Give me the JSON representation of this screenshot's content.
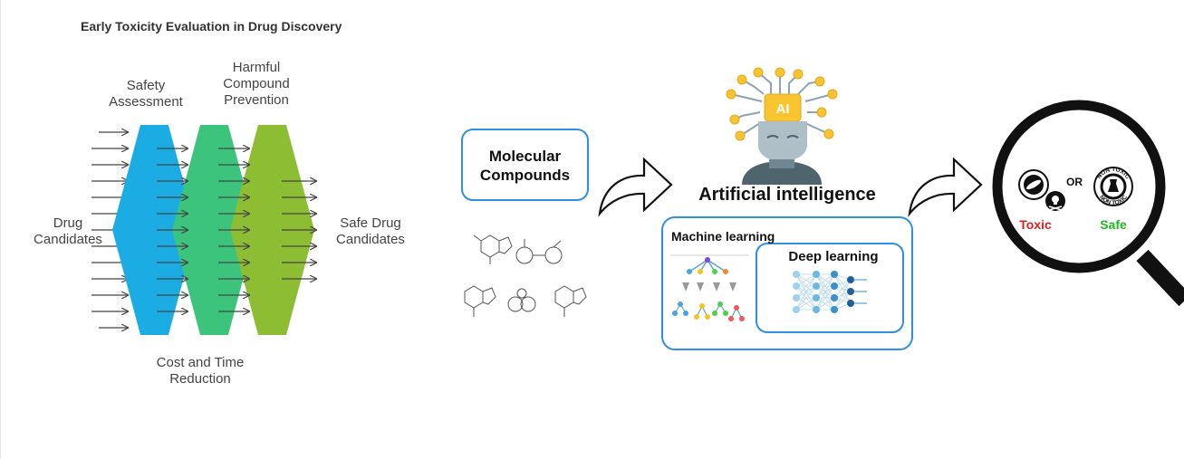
{
  "title": "Early Toxicity Evaluation in Drug Discovery",
  "funnel": {
    "input_label": "Drug\nCandidates",
    "output_label": "Safe Drug\nCandidates",
    "stages": [
      {
        "label": "Safety\nAssessment",
        "color": "#1aace3"
      },
      {
        "label": "Cost and Time\nReduction",
        "color": "#3cc47c"
      },
      {
        "label": "Harmful\nCompound\nPrevention",
        "color": "#8cbd32"
      }
    ]
  },
  "molecular_box": {
    "label": "Molecular\nCompounds",
    "border_color": "#2f8fe0"
  },
  "ai": {
    "title": "Artificial intelligence",
    "chip_text": "AI",
    "machine_learning": "Machine learning",
    "deep_learning": "Deep learning"
  },
  "result": {
    "or_text": "OR",
    "toxic_label": "Toxic",
    "safe_label": "Safe",
    "toxic_color": "#e02020",
    "safe_color": "#22b822",
    "badge_text": "NON TOXIC"
  }
}
